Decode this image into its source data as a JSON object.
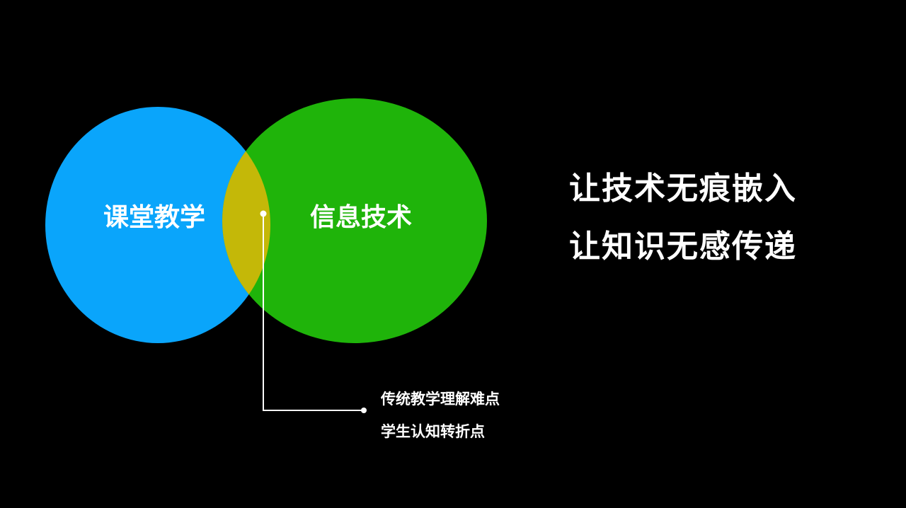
{
  "venn": {
    "left_label": "课堂教学",
    "right_label": "信息技术",
    "colors": {
      "left": "#0aa5fb",
      "right": "#1fb40a",
      "overlap": "#c4b808",
      "background": "#000000"
    }
  },
  "callout": {
    "line1": "传统教学理解难点",
    "line2": "学生认知转折点"
  },
  "slogan": {
    "line1": "让技术无痕嵌入",
    "line2": "让知识无感传递"
  }
}
